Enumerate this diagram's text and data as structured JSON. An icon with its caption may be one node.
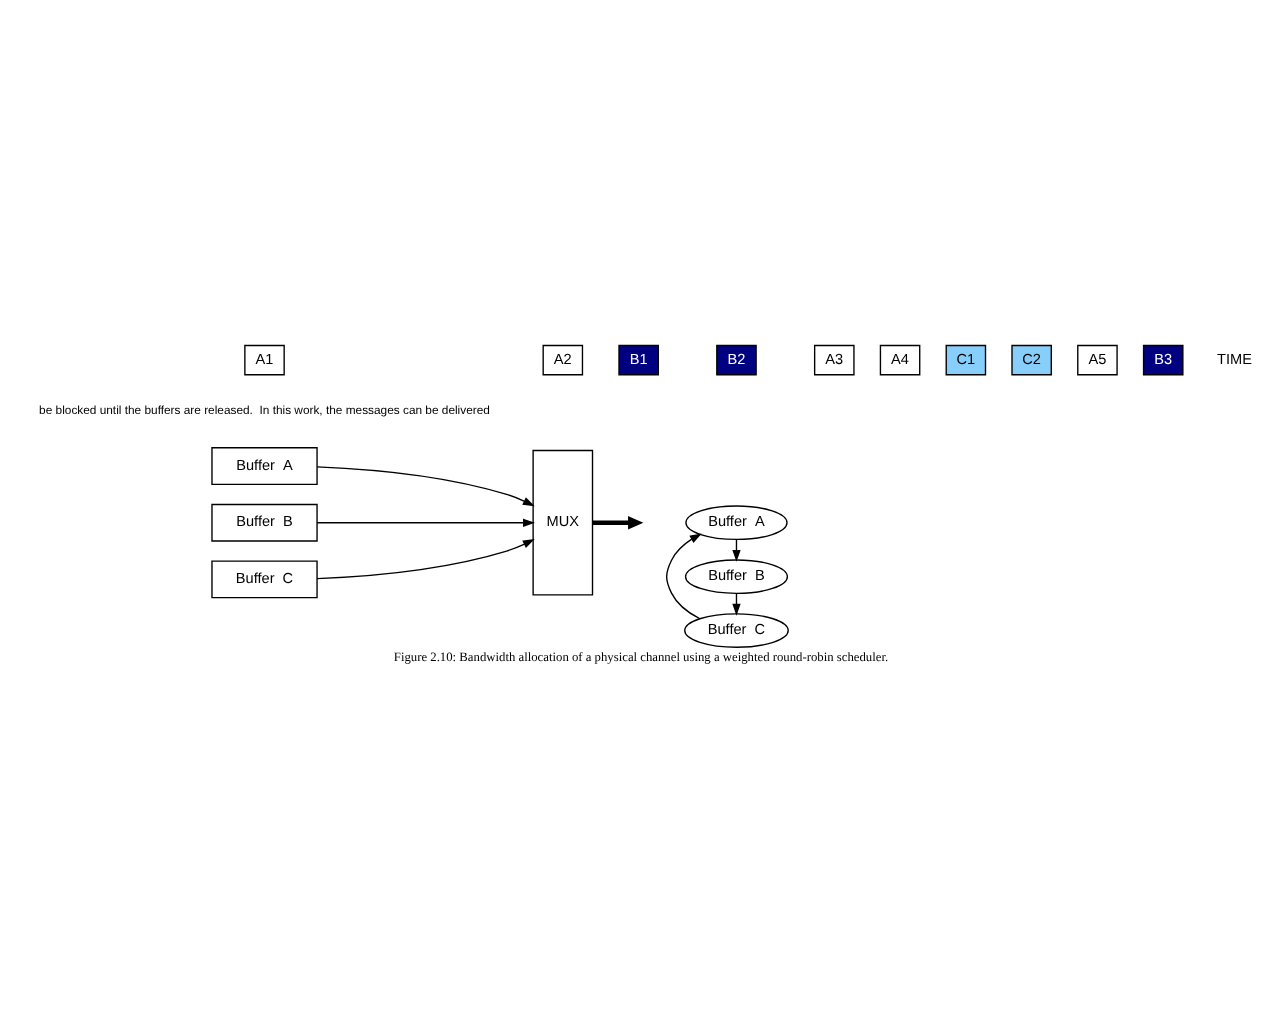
{
  "diagram": {
    "caption": "Figure 2.10: Bandwidth allocation of a physical channel using a weighted round-robin scheduler.",
    "nodes": [
      {
        "text": [
          "Buffer  A"
        ]
      },
      {
        "text": [
          "Buffer  B"
        ]
      },
      {
        "text": [
          "Buffer  C"
        ]
      },
      {
        "text": [
          "MUX"
        ]
      },
      {
        "text": [
          "Buffer  A"
        ]
      },
      {
        "text": [
          "Buffer  B"
        ]
      },
      {
        "text": [
          "Buffer  C"
        ]
      },
      {
        "text": [
          "A1"
        ]
      },
      {
        "text": [
          "A2"
        ]
      },
      {
        "text": [
          "B1"
        ]
      },
      {
        "text": [
          "B2"
        ]
      },
      {
        "text": [
          "A3"
        ]
      },
      {
        "text": [
          "A4"
        ]
      },
      {
        "text": [
          "C1"
        ]
      },
      {
        "text": [
          "C2"
        ]
      },
      {
        "text": [
          "A5"
        ]
      },
      {
        "text": [
          "B3"
        ]
      }
    ],
    "edges": [
      {
        "from": 0,
        "to": 3,
        "arrow": "to"
      },
      {
        "from": 1,
        "to": 3,
        "arrow": "to"
      },
      {
        "from": 2,
        "to": 3,
        "arrow": "to"
      },
      {
        "from": 3,
        "to": null,
        "arrow": "to",
        "style": "thick"
      },
      {
        "from": 4,
        "to": 5,
        "arrow": "to"
      },
      {
        "from": 5,
        "to": 6,
        "arrow": "to"
      },
      {
        "from": 6,
        "to": 4,
        "arrow": "to"
      }
    ],
    "labels": [
      "TIME",
      "be blocked until the buffers are released.  In this work, the messages can be delivered"
    ]
  }
}
